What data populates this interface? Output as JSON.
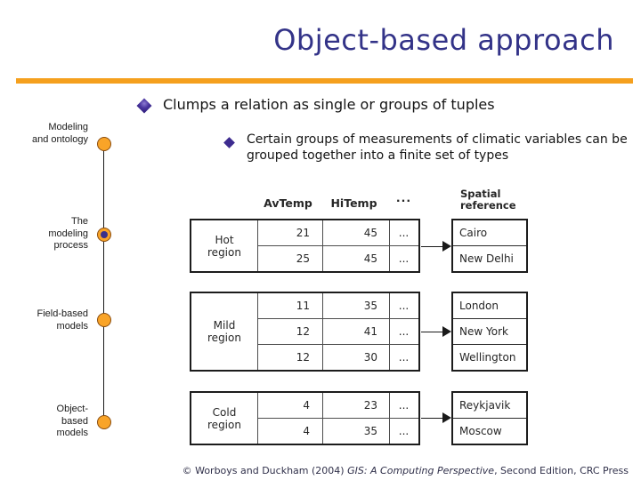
{
  "title": "Object-based approach",
  "bullets": {
    "level1": "Clumps a relation as single or groups of tuples",
    "level2": "Certain groups of measurements of climatic variables can be\ngrouped together into a finite set of types"
  },
  "sidebar": {
    "items": [
      {
        "label": "Modeling\nand ontology",
        "active": false
      },
      {
        "label": "The\nmodeling\nprocess",
        "active": true
      },
      {
        "label": "Field-based\nmodels",
        "active": false
      },
      {
        "label": "Object-\nbased\nmodels",
        "active": false
      }
    ]
  },
  "diagram": {
    "headers": {
      "avtemp": "AvTemp",
      "hitemp": "HiTemp",
      "more": "···",
      "spatial": "Spatial\nreference"
    },
    "groups": [
      {
        "region": "Hot\nregion",
        "rows": [
          [
            "21",
            "45",
            "..."
          ],
          [
            "25",
            "45",
            "..."
          ]
        ],
        "cities": [
          "Cairo",
          "New Delhi"
        ]
      },
      {
        "region": "Mild\nregion",
        "rows": [
          [
            "11",
            "35",
            "..."
          ],
          [
            "12",
            "41",
            "..."
          ],
          [
            "12",
            "30",
            "..."
          ]
        ],
        "cities": [
          "London",
          "New York",
          "Wellington"
        ]
      },
      {
        "region": "Cold\nregion",
        "rows": [
          [
            "4",
            "23",
            "..."
          ],
          [
            "4",
            "35",
            "..."
          ]
        ],
        "cities": [
          "Reykjavik",
          "Moscow"
        ]
      }
    ]
  },
  "footer": {
    "copyright": "© Worboys and Duckham (2004) ",
    "book_title": "GIS: A Computing Perspective",
    "rest": ", Second Edition, CRC Press"
  },
  "colors": {
    "accent_orange": "#F5A01E",
    "title_navy": "#333388",
    "bullet_purple": "#3D2B8F",
    "active_dot_navy": "#39308B"
  }
}
